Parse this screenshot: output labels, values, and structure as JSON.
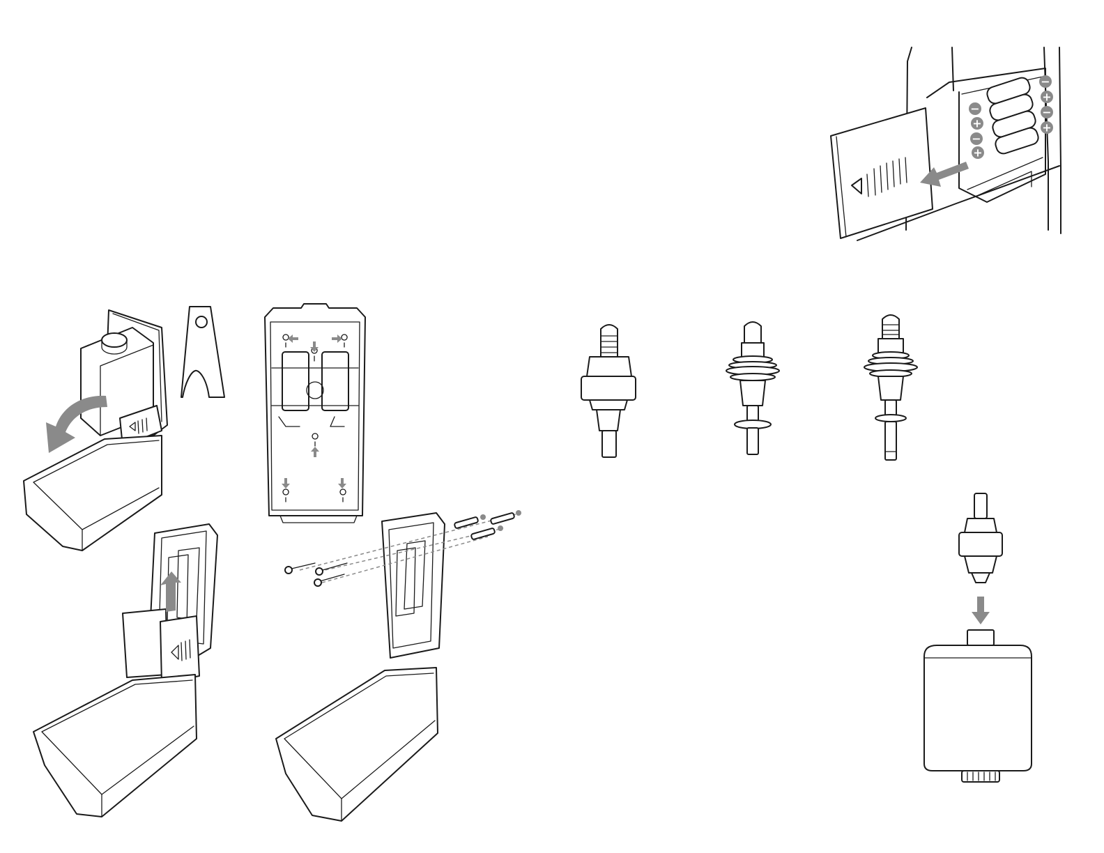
{
  "figure": {
    "panels": [
      "open-dispenser-cover",
      "cover-key-tool",
      "back-plate-mounting-holes",
      "remove-insert-module",
      "wall-mounting-screws-anchors",
      "battery-compartment",
      "pump-type-1",
      "pump-type-2",
      "pump-type-3",
      "fit-pump-to-cartridge"
    ],
    "battery_polarity": {
      "left_column": [
        "−",
        "+",
        "−",
        "+",
        "−"
      ],
      "right_column": [
        "−",
        "+",
        "−",
        "+"
      ]
    },
    "colors": {
      "line": "#1a1a1a",
      "accent_arrow": "#8a8a8a",
      "background": "#ffffff"
    },
    "icons": [
      "curved-arrow-icon",
      "up-arrow-icon",
      "down-arrow-icon",
      "direction-arrow-icon",
      "slide-out-arrow-icon"
    ]
  }
}
